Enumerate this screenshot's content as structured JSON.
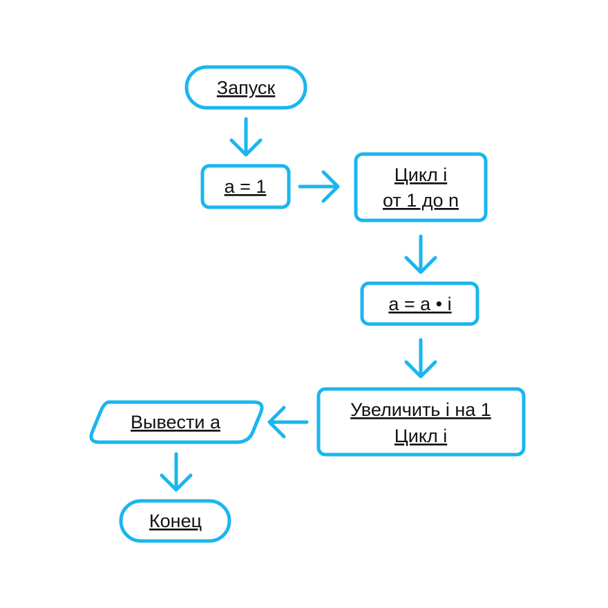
{
  "colors": {
    "accent": "#1ab6ee",
    "text": "#111111",
    "background": "#ffffff"
  },
  "nodes": {
    "start": {
      "label": "Запуск"
    },
    "init": {
      "label": "a = 1"
    },
    "loop": {
      "line1": "Цикл i",
      "line2": "от 1 до n"
    },
    "multiply": {
      "label": "a = a • i"
    },
    "increment": {
      "line1": "Увеличить i на 1",
      "line2": "Цикл i"
    },
    "output": {
      "label": "Вывести a"
    },
    "end": {
      "label": "Конец"
    }
  }
}
